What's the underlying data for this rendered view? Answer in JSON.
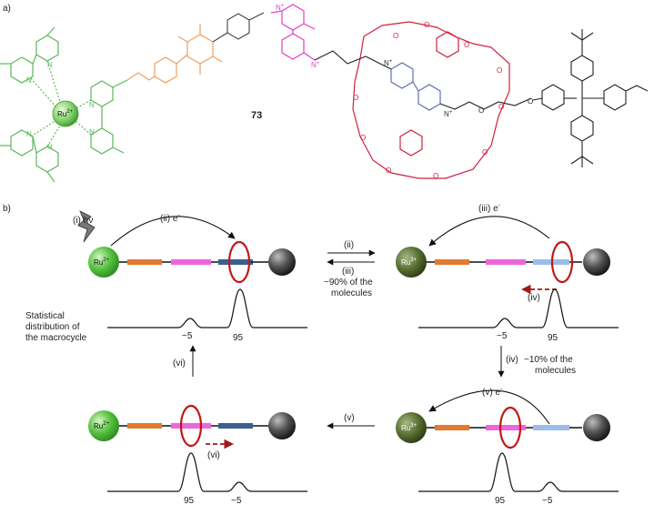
{
  "panel_a_label": "a)",
  "panel_b_label": "b)",
  "compound_number": "73",
  "atoms": {
    "ru": "Ru",
    "ru_charge": "2+",
    "n": "N",
    "n_plus": "N",
    "plus": "+",
    "o": "O"
  },
  "steps": {
    "s1": "(i) hν",
    "s2": "(ii) e",
    "s3": "(iii) e",
    "s5": "(v) e",
    "s2_arrow": "(ii)",
    "s3_arrow": "(iii)",
    "s4_right": "(iv)",
    "s4_down": "(iv)",
    "s5_arrow": "(v)",
    "s6_up": "(vi)",
    "s6_motion": "(vi)",
    "minus": "-"
  },
  "notes": {
    "pct90_l1": "~90% of the",
    "pct90_l2": "molecules",
    "pct10_l1": "~10% of the",
    "pct10_l2": "molecules"
  },
  "dist_label": [
    "Statistical",
    "distribution of",
    "the macrocycle"
  ],
  "balls": {
    "tl": {
      "label": "Ru",
      "charge": "2+"
    },
    "tr": {
      "label": "Ru",
      "charge": "3+"
    },
    "br": {
      "label": "Ru",
      "charge": "3+"
    },
    "bl": {
      "label": "Ru",
      "charge": "2+"
    }
  },
  "distribution": {
    "tl": {
      "small": "~5",
      "big": "95"
    },
    "tr": {
      "small": "~5",
      "big": "95"
    },
    "br": {
      "big": "95",
      "small": "~5"
    },
    "bl": {
      "big": "95",
      "small": "~5"
    }
  },
  "colors": {
    "bipy": "#5cb85c",
    "orange": "#f0a060",
    "magenta": "#e040c8",
    "ring": "#d02040",
    "blue_unit": "#6070b0",
    "dark": "#222222",
    "ru2": "#55c23f",
    "ru3": "#556b2f",
    "station_orange": "#e07a30",
    "station_pink": "#ee66dd",
    "station_blue": "#3b5f8f",
    "station_lightblue": "#9bbde6"
  }
}
